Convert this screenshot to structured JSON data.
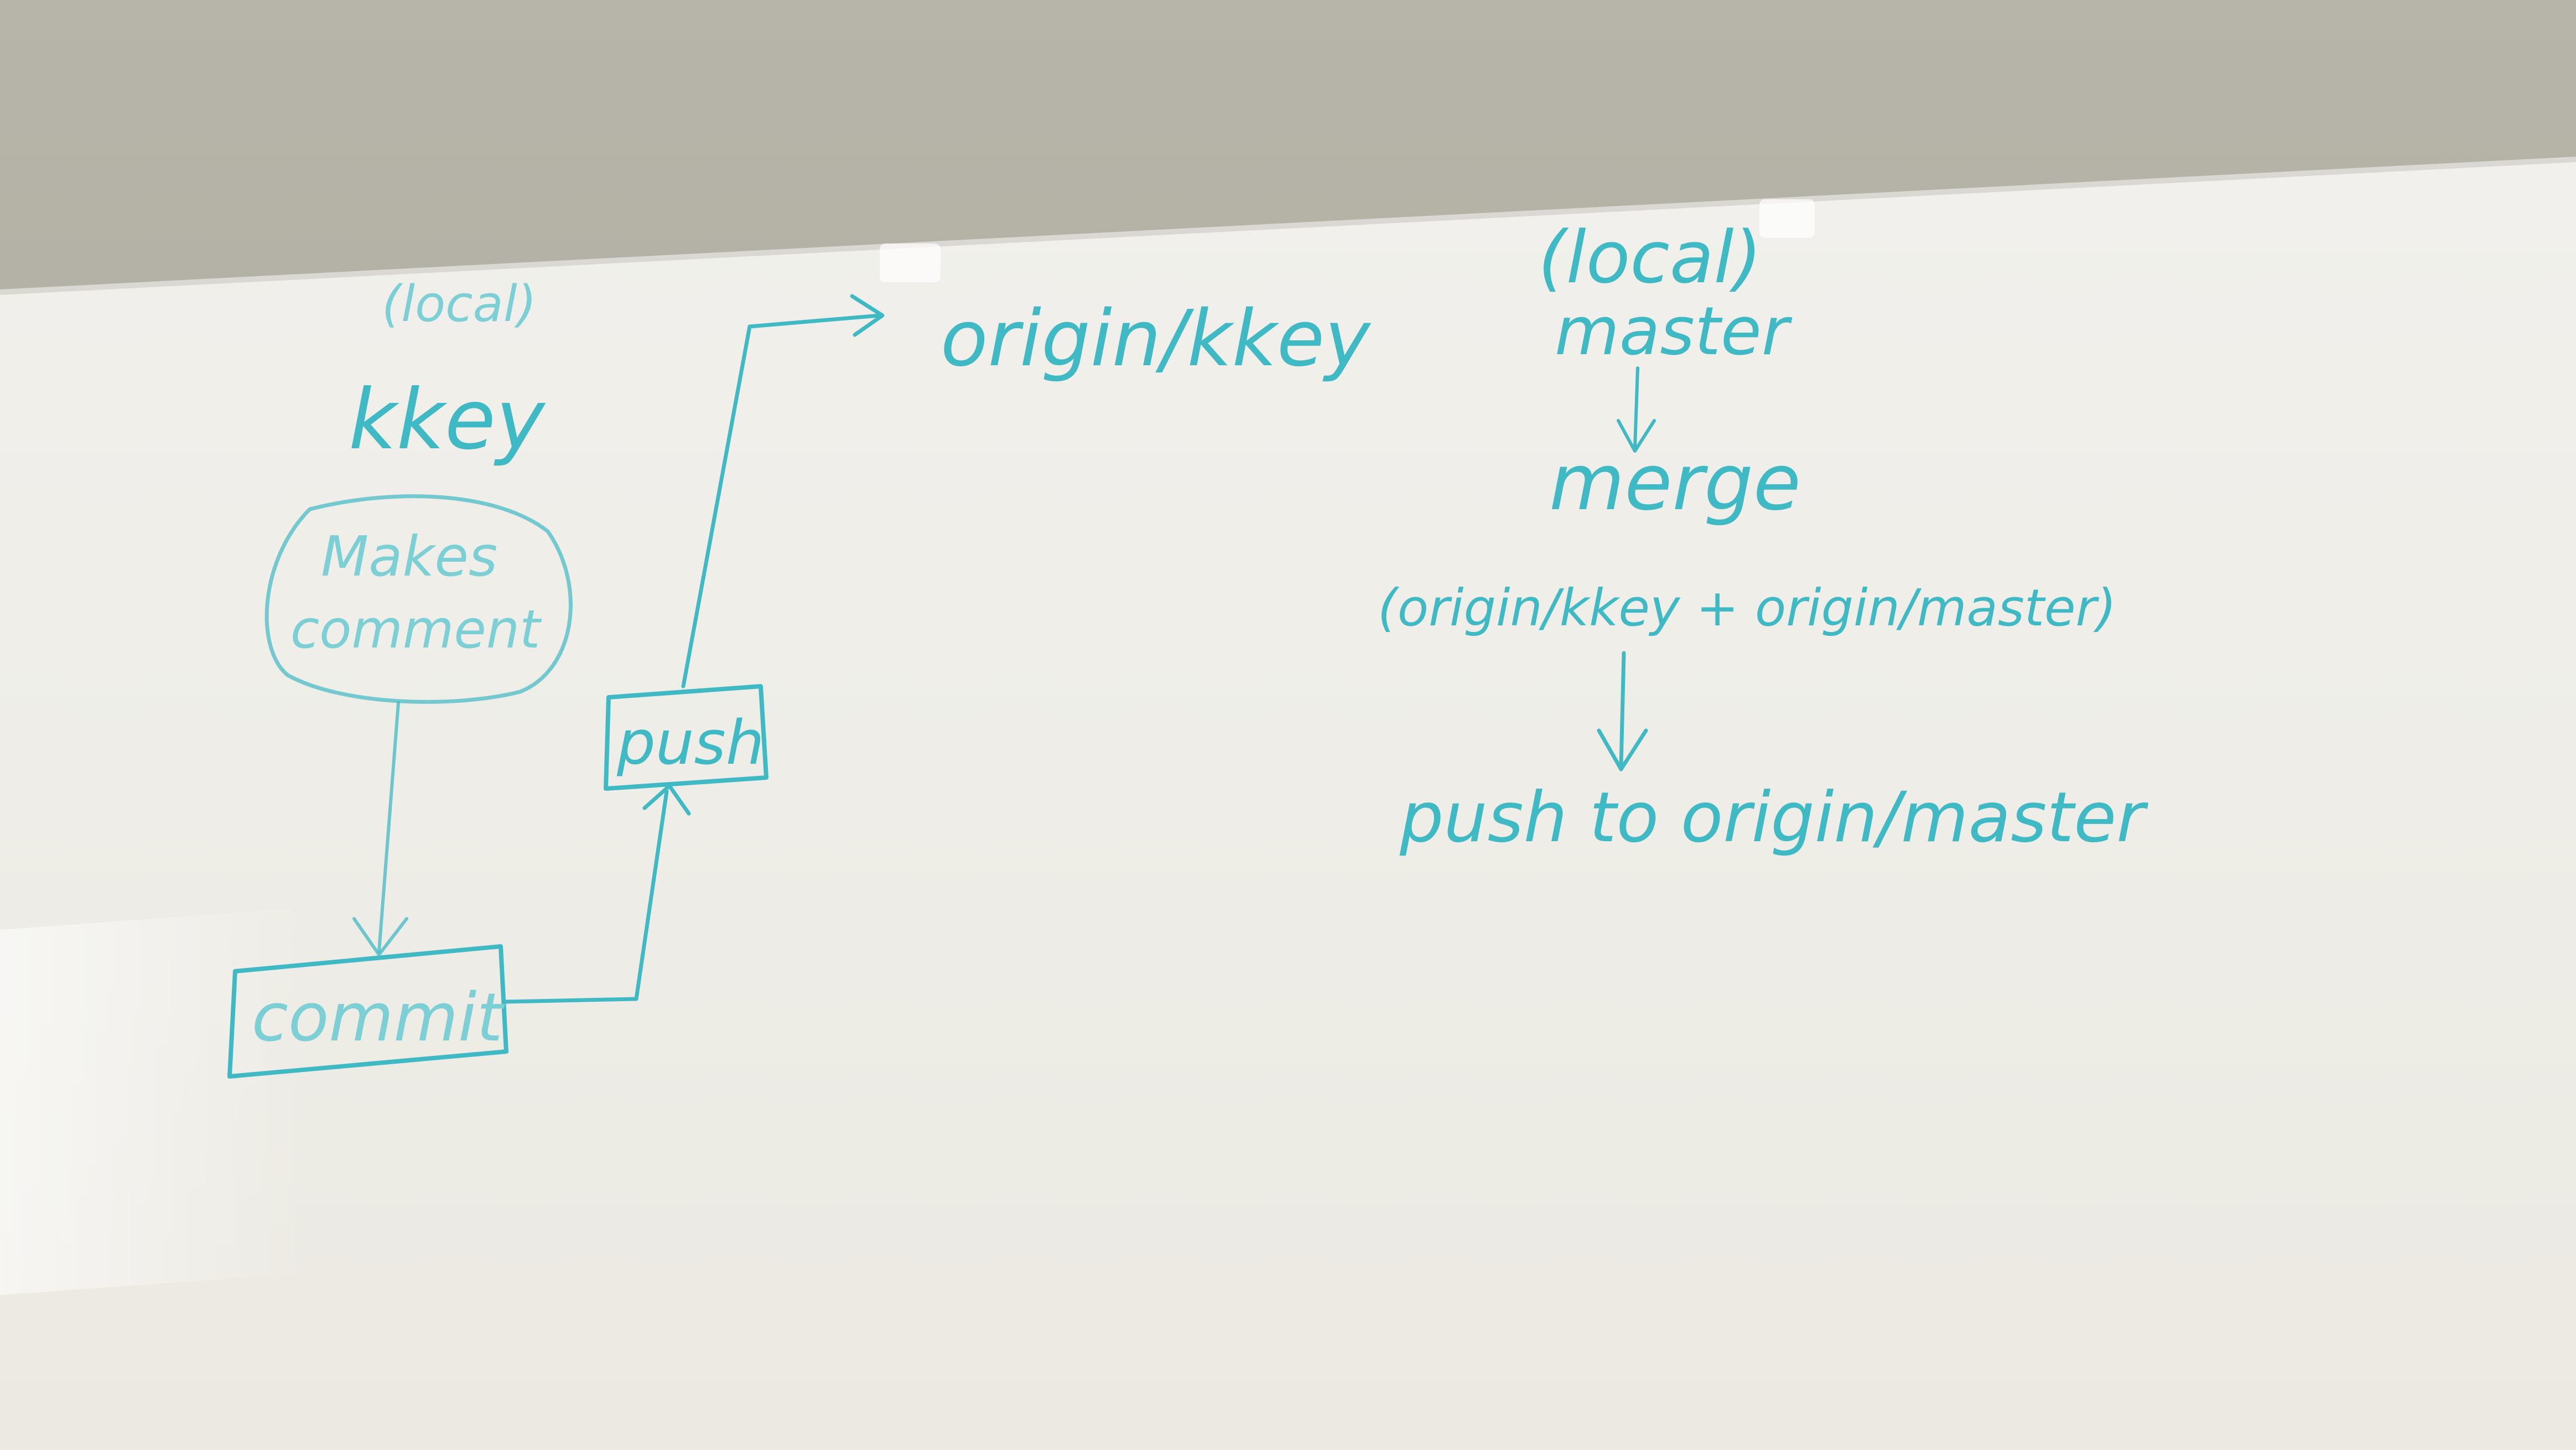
{
  "colors": {
    "wall": "#b7b5a9",
    "board": "#eeece6",
    "marker_ink": "#3fb9c4"
  },
  "left_flow": {
    "scope_label": "(local)",
    "branch_label": "kkey",
    "step1": {
      "line1": "Makes",
      "line2": "comment"
    },
    "step2": "commit",
    "step3": "push",
    "target": "origin/kkey"
  },
  "right_flow": {
    "scope_label": "(local)",
    "branch_label": "master",
    "step1": "merge",
    "merge_sources": "(origin/kkey + origin/master)",
    "step2": "push to origin/master"
  }
}
